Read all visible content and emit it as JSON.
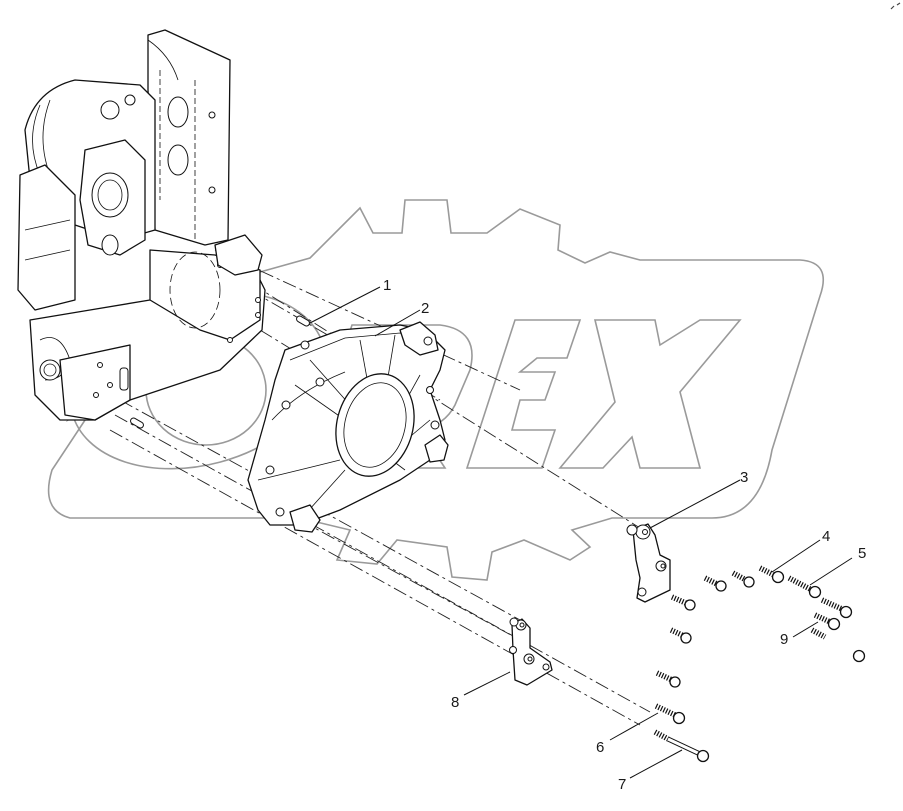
{
  "diagram": {
    "type": "exploded-parts-diagram",
    "subject": "Engine block rear cover assembly with brackets and bolts",
    "watermark": {
      "text": "OREX",
      "shape": "gear outline",
      "color": "#9a9a9a"
    },
    "callouts": [
      {
        "id": "1",
        "label": "1",
        "part": "dowel pin"
      },
      {
        "id": "2",
        "label": "2",
        "part": "rear cover / flywheel housing"
      },
      {
        "id": "3",
        "label": "3",
        "part": "upper bracket"
      },
      {
        "id": "4",
        "label": "4",
        "part": "bolt"
      },
      {
        "id": "5",
        "label": "5",
        "part": "long bolt"
      },
      {
        "id": "6",
        "label": "6",
        "part": "bolt"
      },
      {
        "id": "7",
        "label": "7",
        "part": "long bolt"
      },
      {
        "id": "8",
        "label": "8",
        "part": "lower bracket"
      },
      {
        "id": "9",
        "label": "9",
        "part": "bolt"
      }
    ],
    "line_color": "#111111",
    "background": "#ffffff"
  }
}
